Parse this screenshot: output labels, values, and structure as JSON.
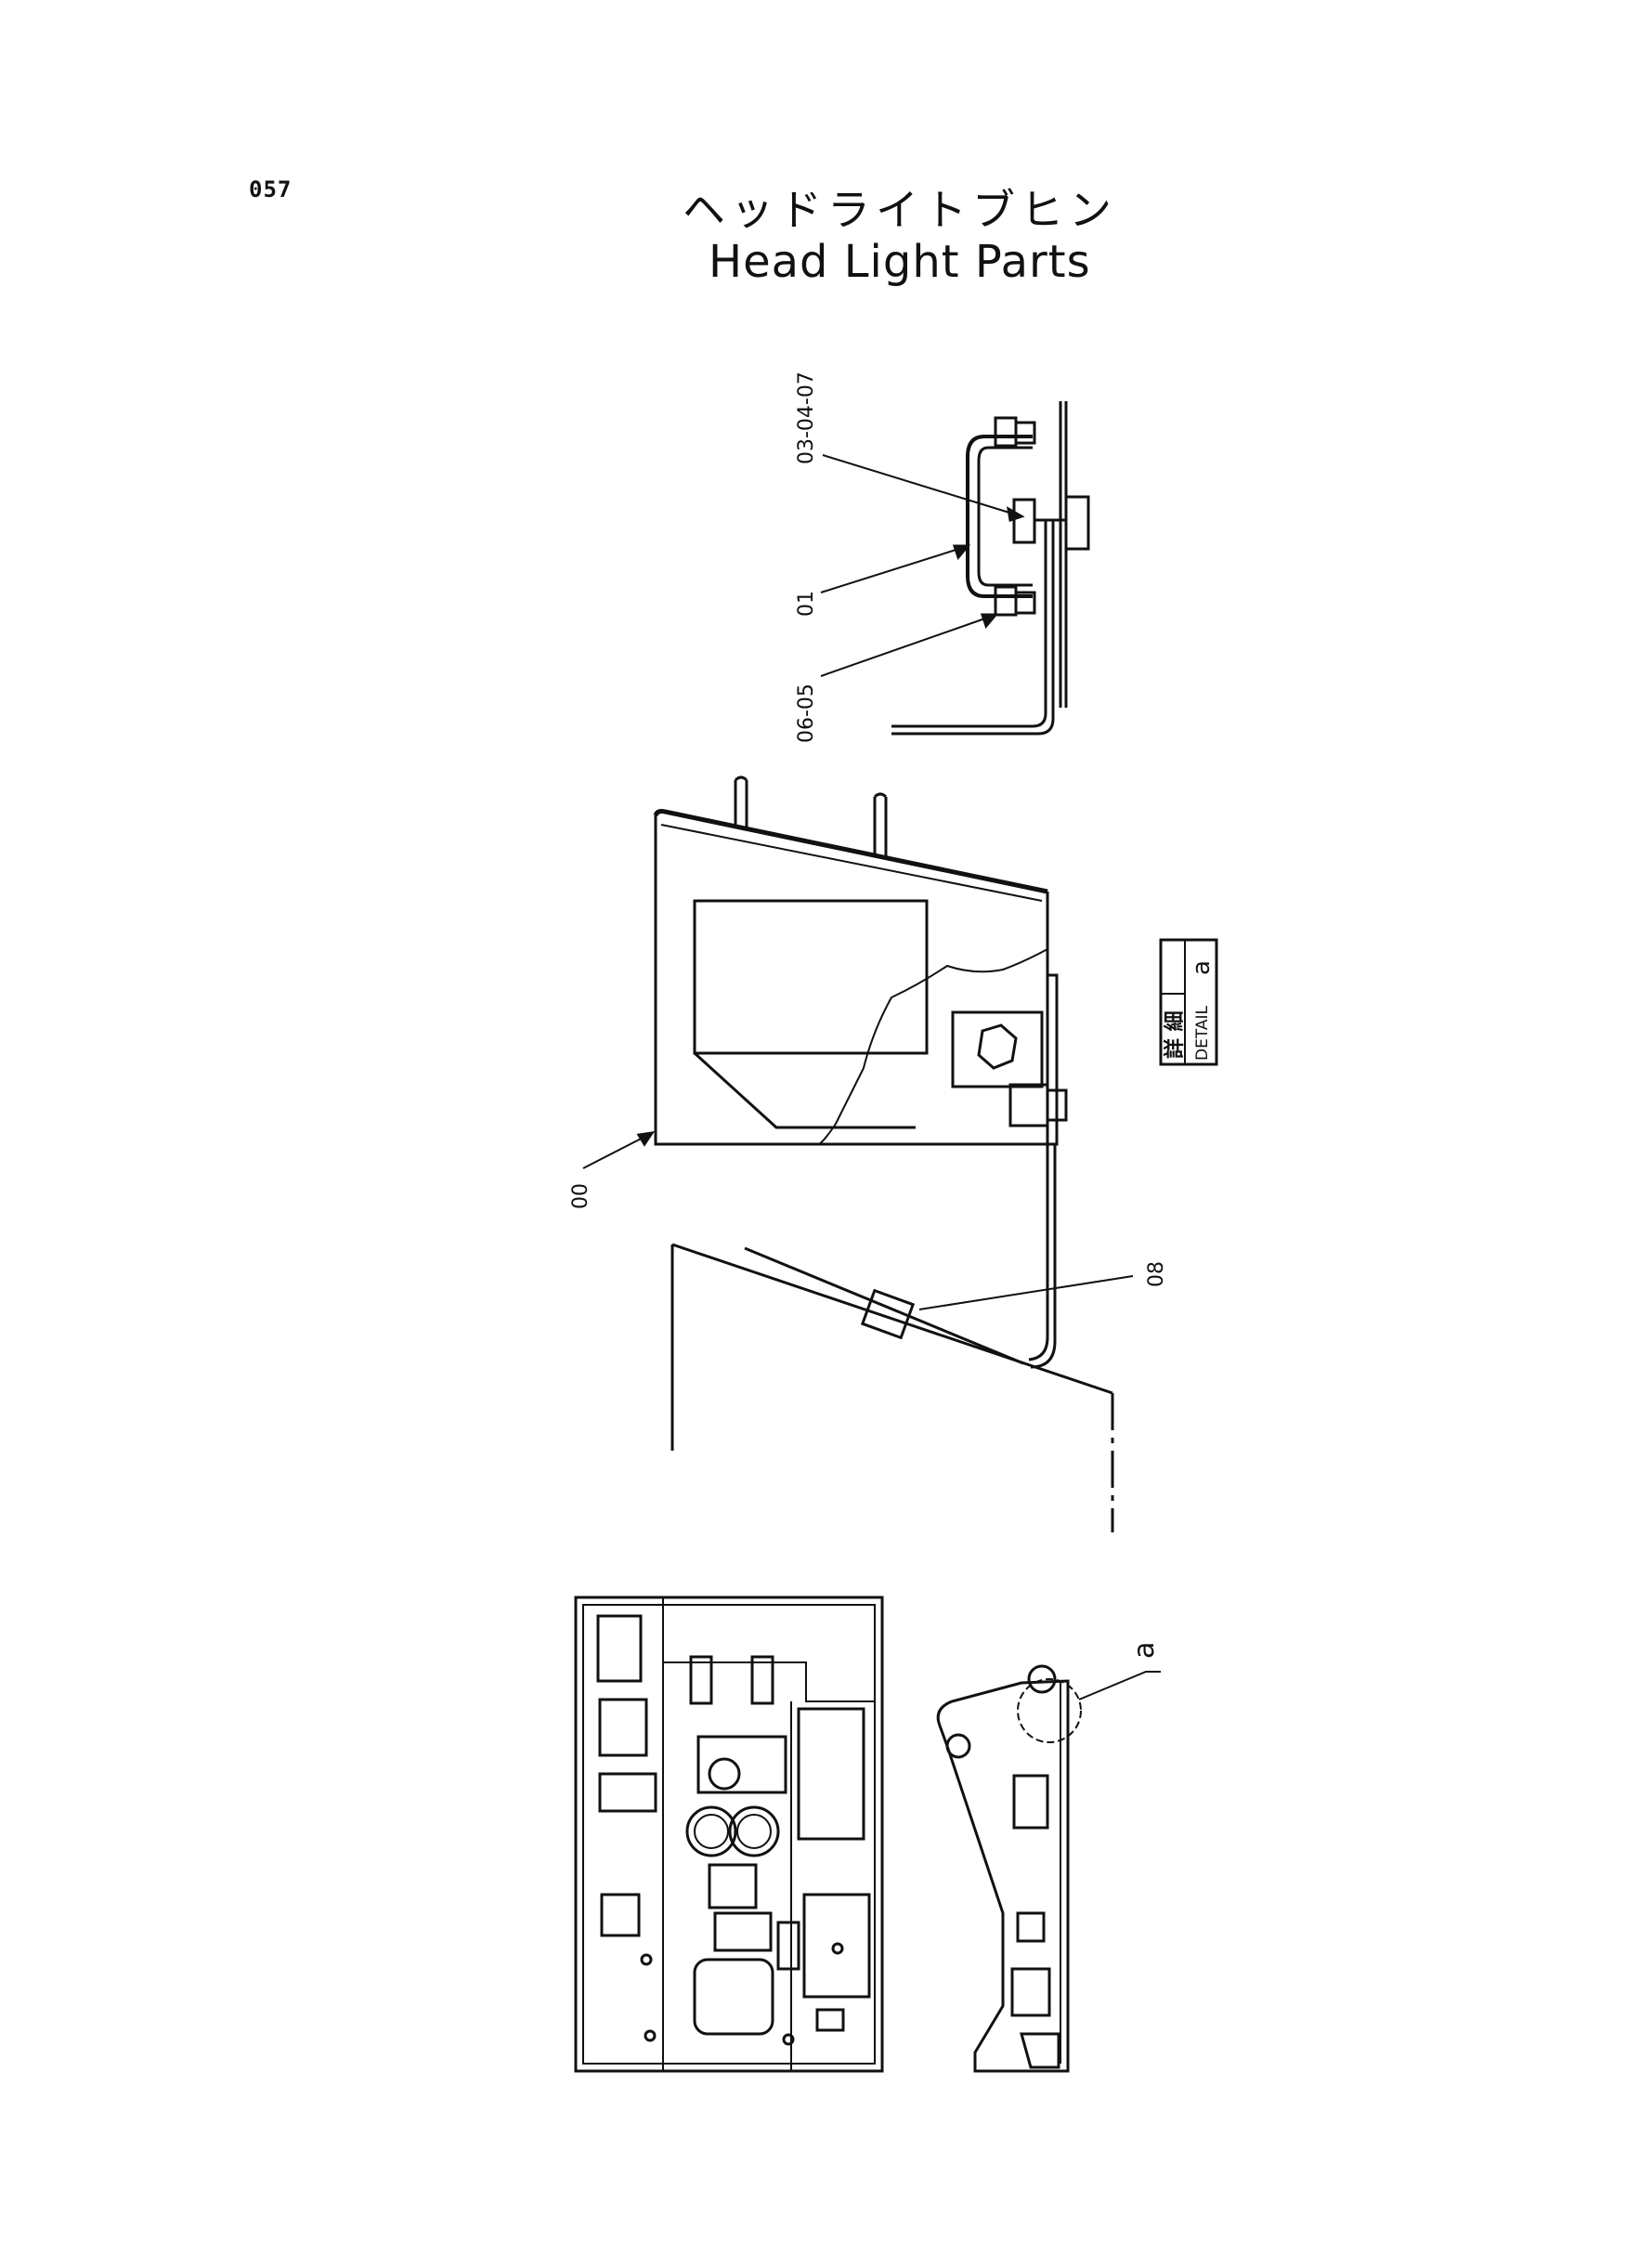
{
  "page": {
    "number": "057",
    "title_jp": "ヘッドライトブヒン",
    "title_en": "Head  Light  Parts"
  },
  "callouts": {
    "detail_top_1": "03-04-07",
    "detail_top_2": "01",
    "detail_top_3": "06-05",
    "main_1": "00",
    "main_2": "08",
    "detail_label": "a"
  },
  "detail_box": {
    "jp": "詳 細",
    "en": "DETAIL",
    "ref": "a"
  },
  "colors": {
    "ink": "#111111",
    "paper": "#ffffff"
  }
}
